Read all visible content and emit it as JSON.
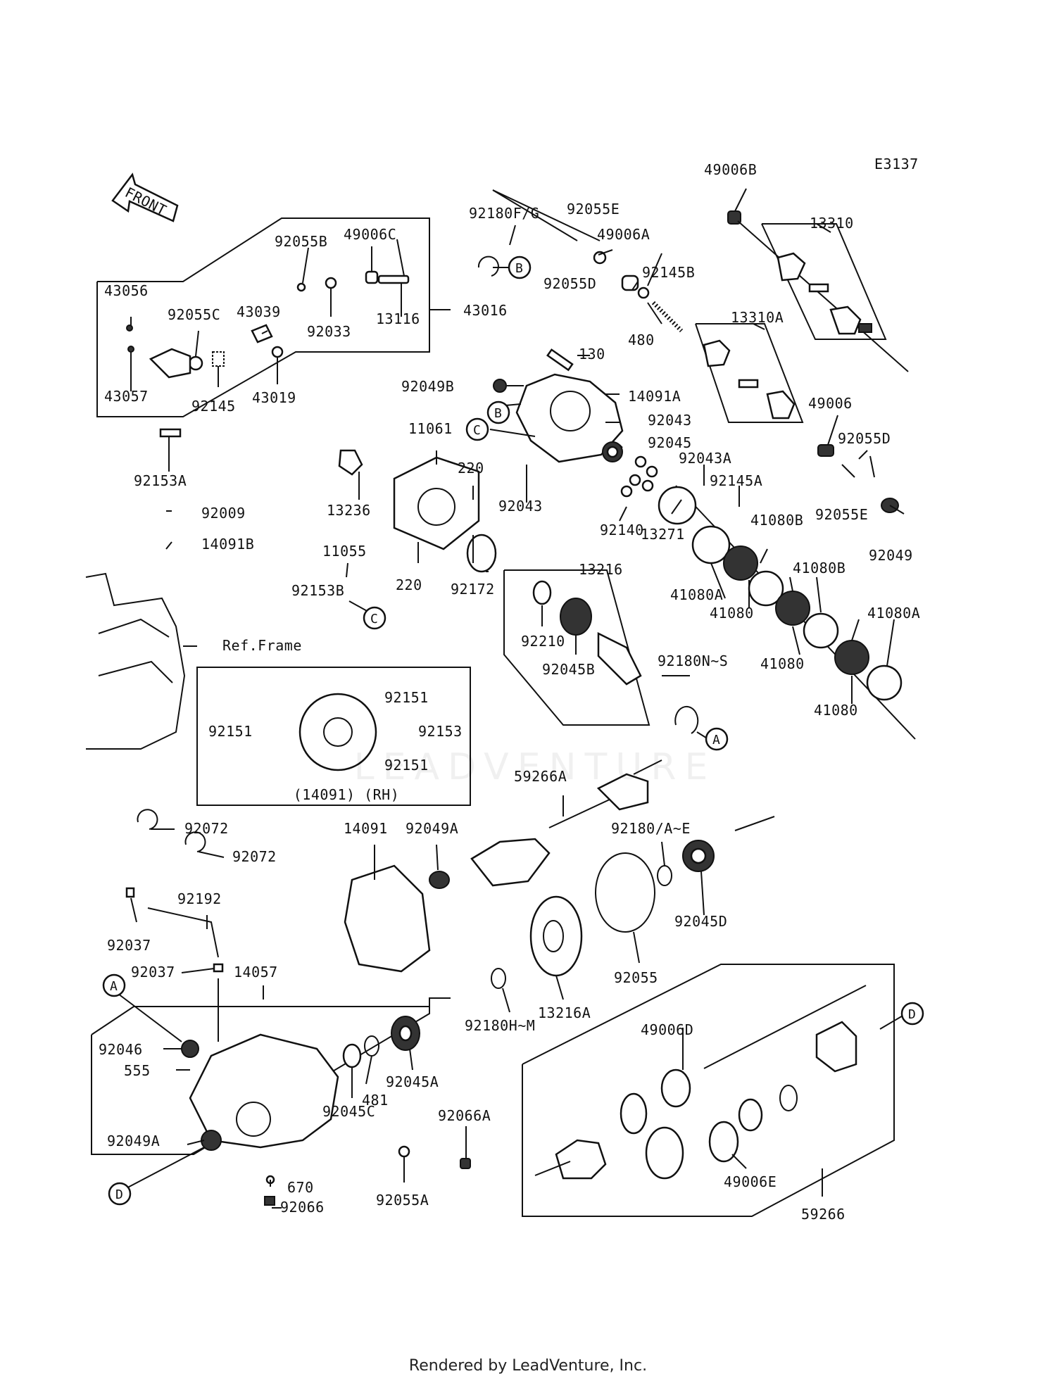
{
  "diagram_code": "E3137",
  "front_label": "FRONT",
  "footer": "Rendered by LeadVenture, Inc.",
  "watermark": "LEADVENTURE",
  "ref_frame": "Ref.Frame",
  "inset_caption": "(14091)  (RH)",
  "callouts": [
    "A",
    "B",
    "C",
    "D"
  ],
  "parts": [
    "49006B",
    "13310",
    "92055E",
    "92180F/G",
    "92055B",
    "49006C",
    "49006A",
    "92145B",
    "43056",
    "92055C",
    "43039",
    "92033",
    "13116",
    "43016",
    "92055D",
    "480",
    "13310A",
    "43057",
    "92145",
    "43019",
    "130",
    "92049B",
    "14091A",
    "92043",
    "11061",
    "92045",
    "49006",
    "92055D",
    "92153A",
    "220",
    "92043",
    "92043A",
    "92145A",
    "13236",
    "92140",
    "41080B",
    "92055E",
    "92009",
    "14091B",
    "13271",
    "92049",
    "11055",
    "41080A",
    "220",
    "92172",
    "13216",
    "41080B",
    "41080A",
    "92153B",
    "41080",
    "92210",
    "41080",
    "92045B",
    "92180N~S",
    "41080",
    "92151",
    "92151",
    "92153",
    "92151",
    "59266A",
    "92072",
    "92072",
    "14091",
    "92049A",
    "92180/A~E",
    "92192",
    "92045D",
    "92037",
    "92055",
    "92037",
    "14057",
    "13216A",
    "92180H~M",
    "92046",
    "49006D",
    "555",
    "481",
    "92045A",
    "92045C",
    "92066A",
    "92049A",
    "670",
    "92066",
    "92055A",
    "49006E",
    "59266"
  ]
}
